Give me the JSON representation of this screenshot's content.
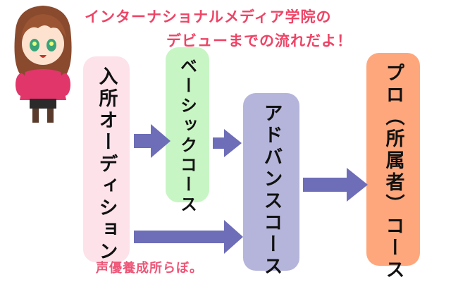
{
  "header": {
    "line1": "インターナショナルメディア学院の",
    "line2": "デビューまでの流れだよ！"
  },
  "steps": [
    {
      "id": "entry",
      "label": "入所オーディション"
    },
    {
      "id": "basic",
      "label": "ベーシックコース"
    },
    {
      "id": "advance",
      "label": "アドバンスコース"
    },
    {
      "id": "pro",
      "label": "プロ（所属者）コース"
    }
  ],
  "footer": "声優養成所らぼ。",
  "colors": {
    "title": "#ee4466",
    "arrow": "#6d6db8",
    "entry": "#fde2ea",
    "basic": "#c8f5c4",
    "advance": "#b5b5db",
    "pro": "#ffa77c"
  },
  "icons": [
    "mascot-girl-icon"
  ]
}
